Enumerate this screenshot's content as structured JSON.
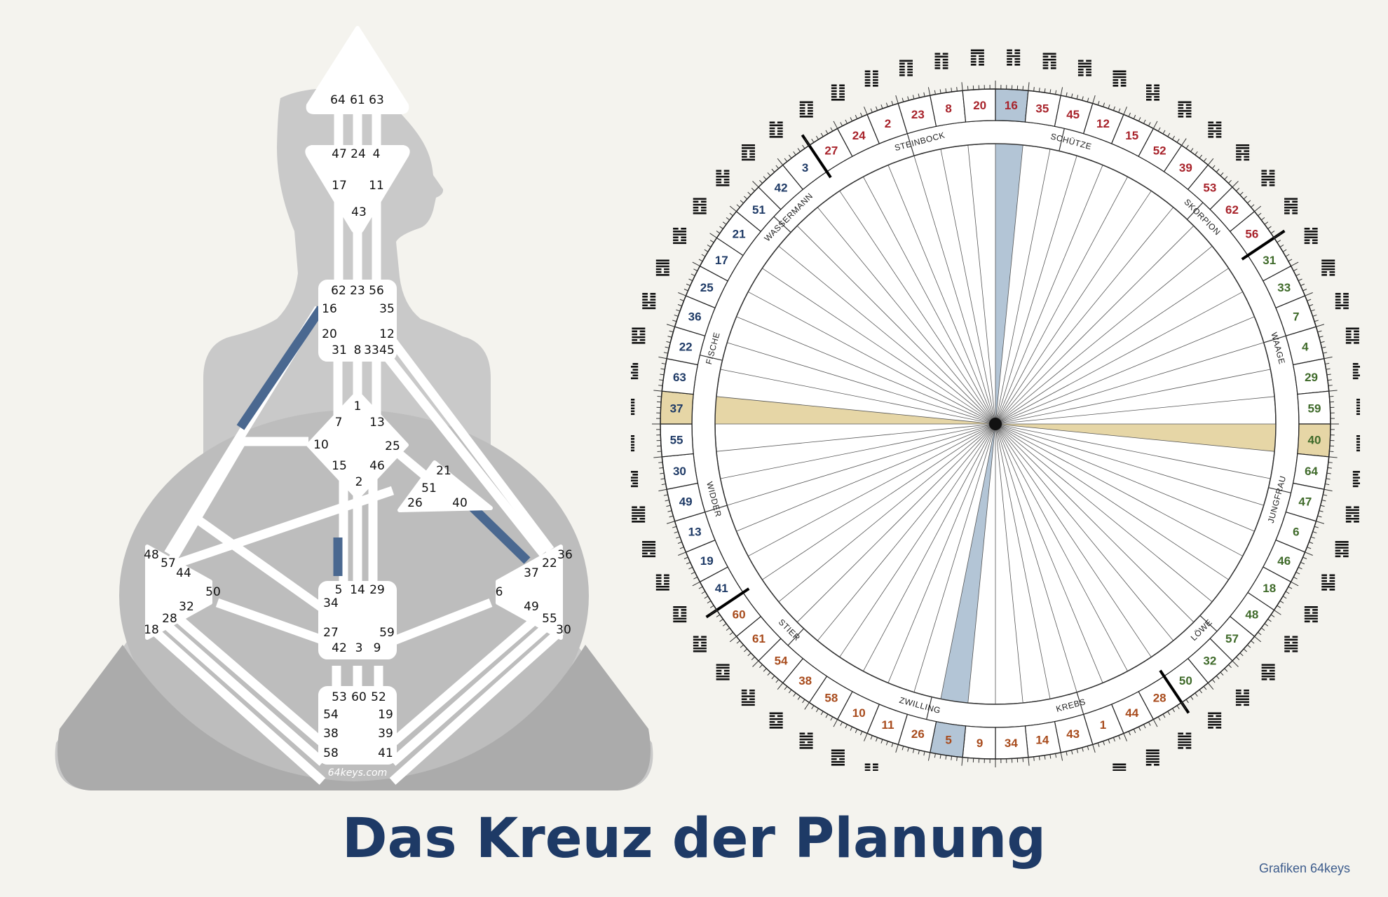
{
  "title": "Das Kreuz der Planung",
  "credit": "Grafiken 64keys",
  "watermark": "64keys.com",
  "bodygraph": {
    "head": [
      "64",
      "61",
      "63"
    ],
    "ajna": [
      "47",
      "24",
      "4",
      "17",
      "11",
      "43"
    ],
    "throat": [
      "62",
      "23",
      "56",
      "16",
      "35",
      "20",
      "12",
      "31",
      "8",
      "33",
      "45"
    ],
    "g_center": [
      "1",
      "7",
      "13",
      "10",
      "25",
      "15",
      "46",
      "2"
    ],
    "heart": [
      "21",
      "51",
      "26",
      "40"
    ],
    "spleen": [
      "48",
      "57",
      "44",
      "50",
      "32",
      "28",
      "18"
    ],
    "solar_plexus": [
      "36",
      "22",
      "37",
      "6",
      "49",
      "55",
      "30"
    ],
    "sacral": [
      "5",
      "14",
      "29",
      "34",
      "27",
      "59",
      "42",
      "3",
      "9"
    ],
    "root": [
      "53",
      "60",
      "52",
      "54",
      "19",
      "38",
      "39",
      "58",
      "41"
    ],
    "highlight_color": "#4a6890"
  },
  "wheel": {
    "gates_clockwise_from_top": [
      "41",
      "19",
      "13",
      "49",
      "30",
      "55",
      "37",
      "63",
      "22",
      "36",
      "25",
      "17",
      "21",
      "51",
      "42",
      "3",
      "27",
      "24",
      "2",
      "23",
      "8",
      "20",
      "16",
      "35",
      "45",
      "12",
      "15",
      "52",
      "39",
      "53",
      "62",
      "56",
      "31",
      "33",
      "7",
      "4",
      "29",
      "59",
      "40",
      "64",
      "47",
      "6",
      "46",
      "18",
      "48",
      "57",
      "32",
      "50",
      "28",
      "44",
      "1",
      "43",
      "14",
      "34",
      "9",
      "5",
      "26",
      "11",
      "10",
      "58",
      "38",
      "54",
      "61",
      "60"
    ],
    "signs": [
      "STEINBOCK",
      "SCHÜTZE",
      "SKORPION",
      "WAAGE",
      "JUNGFRAU",
      "LÖWE",
      "KREBS",
      "ZWILLING",
      "STIER",
      "WIDDER",
      "FISCHE",
      "WASSERMANN"
    ],
    "highlight_gates": {
      "5": "#b3c5d6",
      "16": "#b3c5d6",
      "37": "#e6d6a6",
      "40": "#e6d6a6"
    },
    "quarter_colors": [
      "#1e3a66",
      "#a8232b",
      "#3f6a2a",
      "#a84b1c"
    ]
  }
}
